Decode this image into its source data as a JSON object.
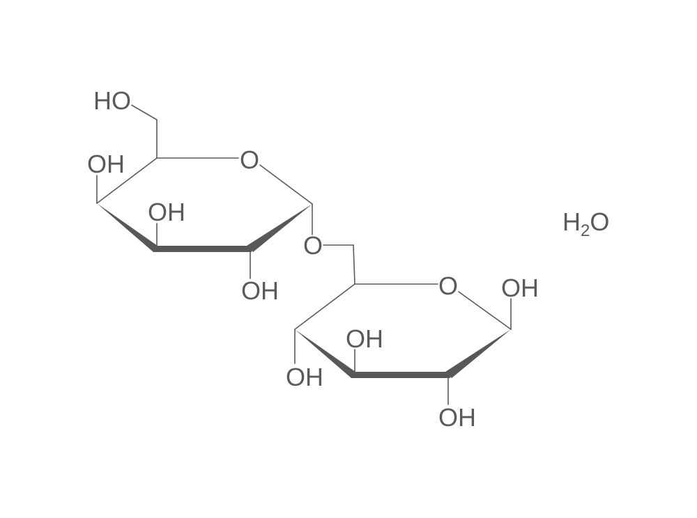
{
  "diagram": {
    "type": "chemical-structure",
    "colors": {
      "ink": "#5a5a5c",
      "background": "#ffffff"
    },
    "ring1": {
      "ch2oh_label": "HO",
      "ring_oxygen": "O",
      "oh_c4": "OH",
      "oh_c3": "OH",
      "oh_c2": "OH"
    },
    "glycosidic_oxygen": "O",
    "ring2": {
      "ring_oxygen": "O",
      "oh_c1": "OH",
      "oh_c4": "OH",
      "oh_c3": "OH",
      "oh_c2": "OH"
    },
    "water": {
      "h": "H",
      "subscript": "2",
      "o": "O"
    }
  }
}
